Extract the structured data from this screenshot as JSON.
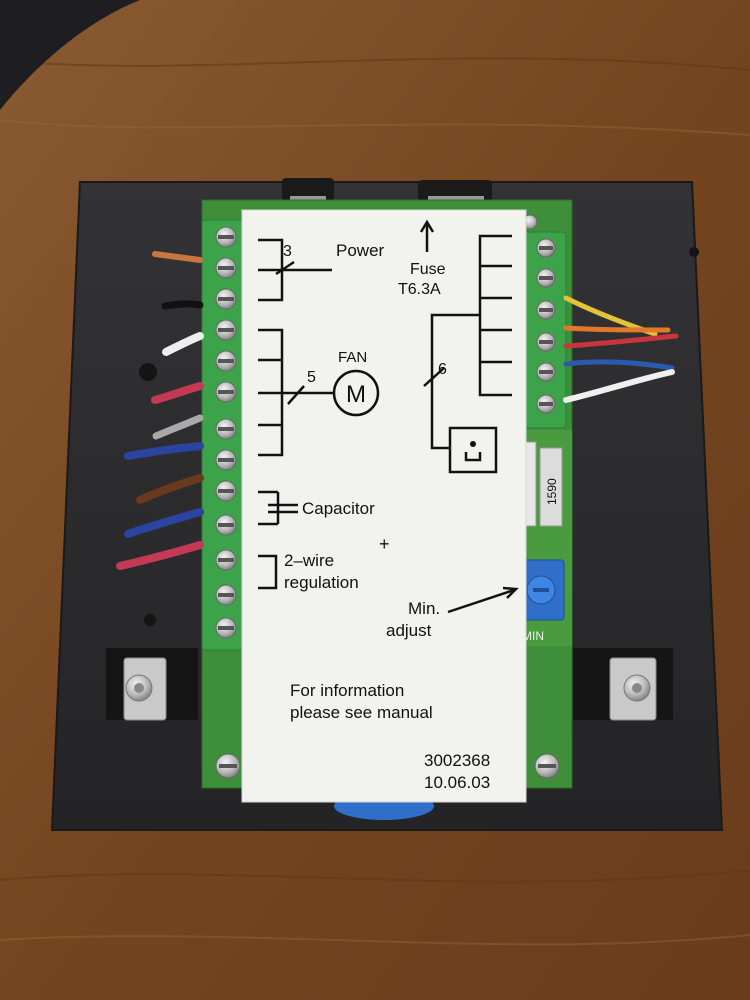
{
  "label": {
    "power": "Power",
    "power_wires": "3",
    "fuse": "Fuse",
    "fuse_rating": "T6.3A",
    "fan": "FAN",
    "fan_symbol": "M",
    "fan_wires": "5",
    "aux_wires": "6",
    "capacitor": "Capacitor",
    "plus": "+",
    "two_wire_1": "2–wire",
    "two_wire_2": "regulation",
    "min_adjust_1": "Min.",
    "min_adjust_2": "adjust",
    "info_1": "For information",
    "info_2": "please see manual",
    "part_number": "3002368",
    "date": "10.06.03"
  },
  "board": {
    "min_silkscreen": "MIN",
    "chip_label": "1590"
  },
  "colors": {
    "table_wood": "#7a4a26",
    "housing": "#2b2b2d",
    "pcb_green": "#3f8f3a",
    "terminal_green": "#3da34a",
    "label_white": "#f2f2ee",
    "trimmer_blue": "#2f6fc9"
  },
  "wires_left": [
    "copper",
    "black",
    "white",
    "red",
    "grey",
    "blue",
    "brown",
    "blue",
    "red"
  ],
  "wires_right": [
    "yellow",
    "orange",
    "red",
    "blue",
    "white"
  ]
}
